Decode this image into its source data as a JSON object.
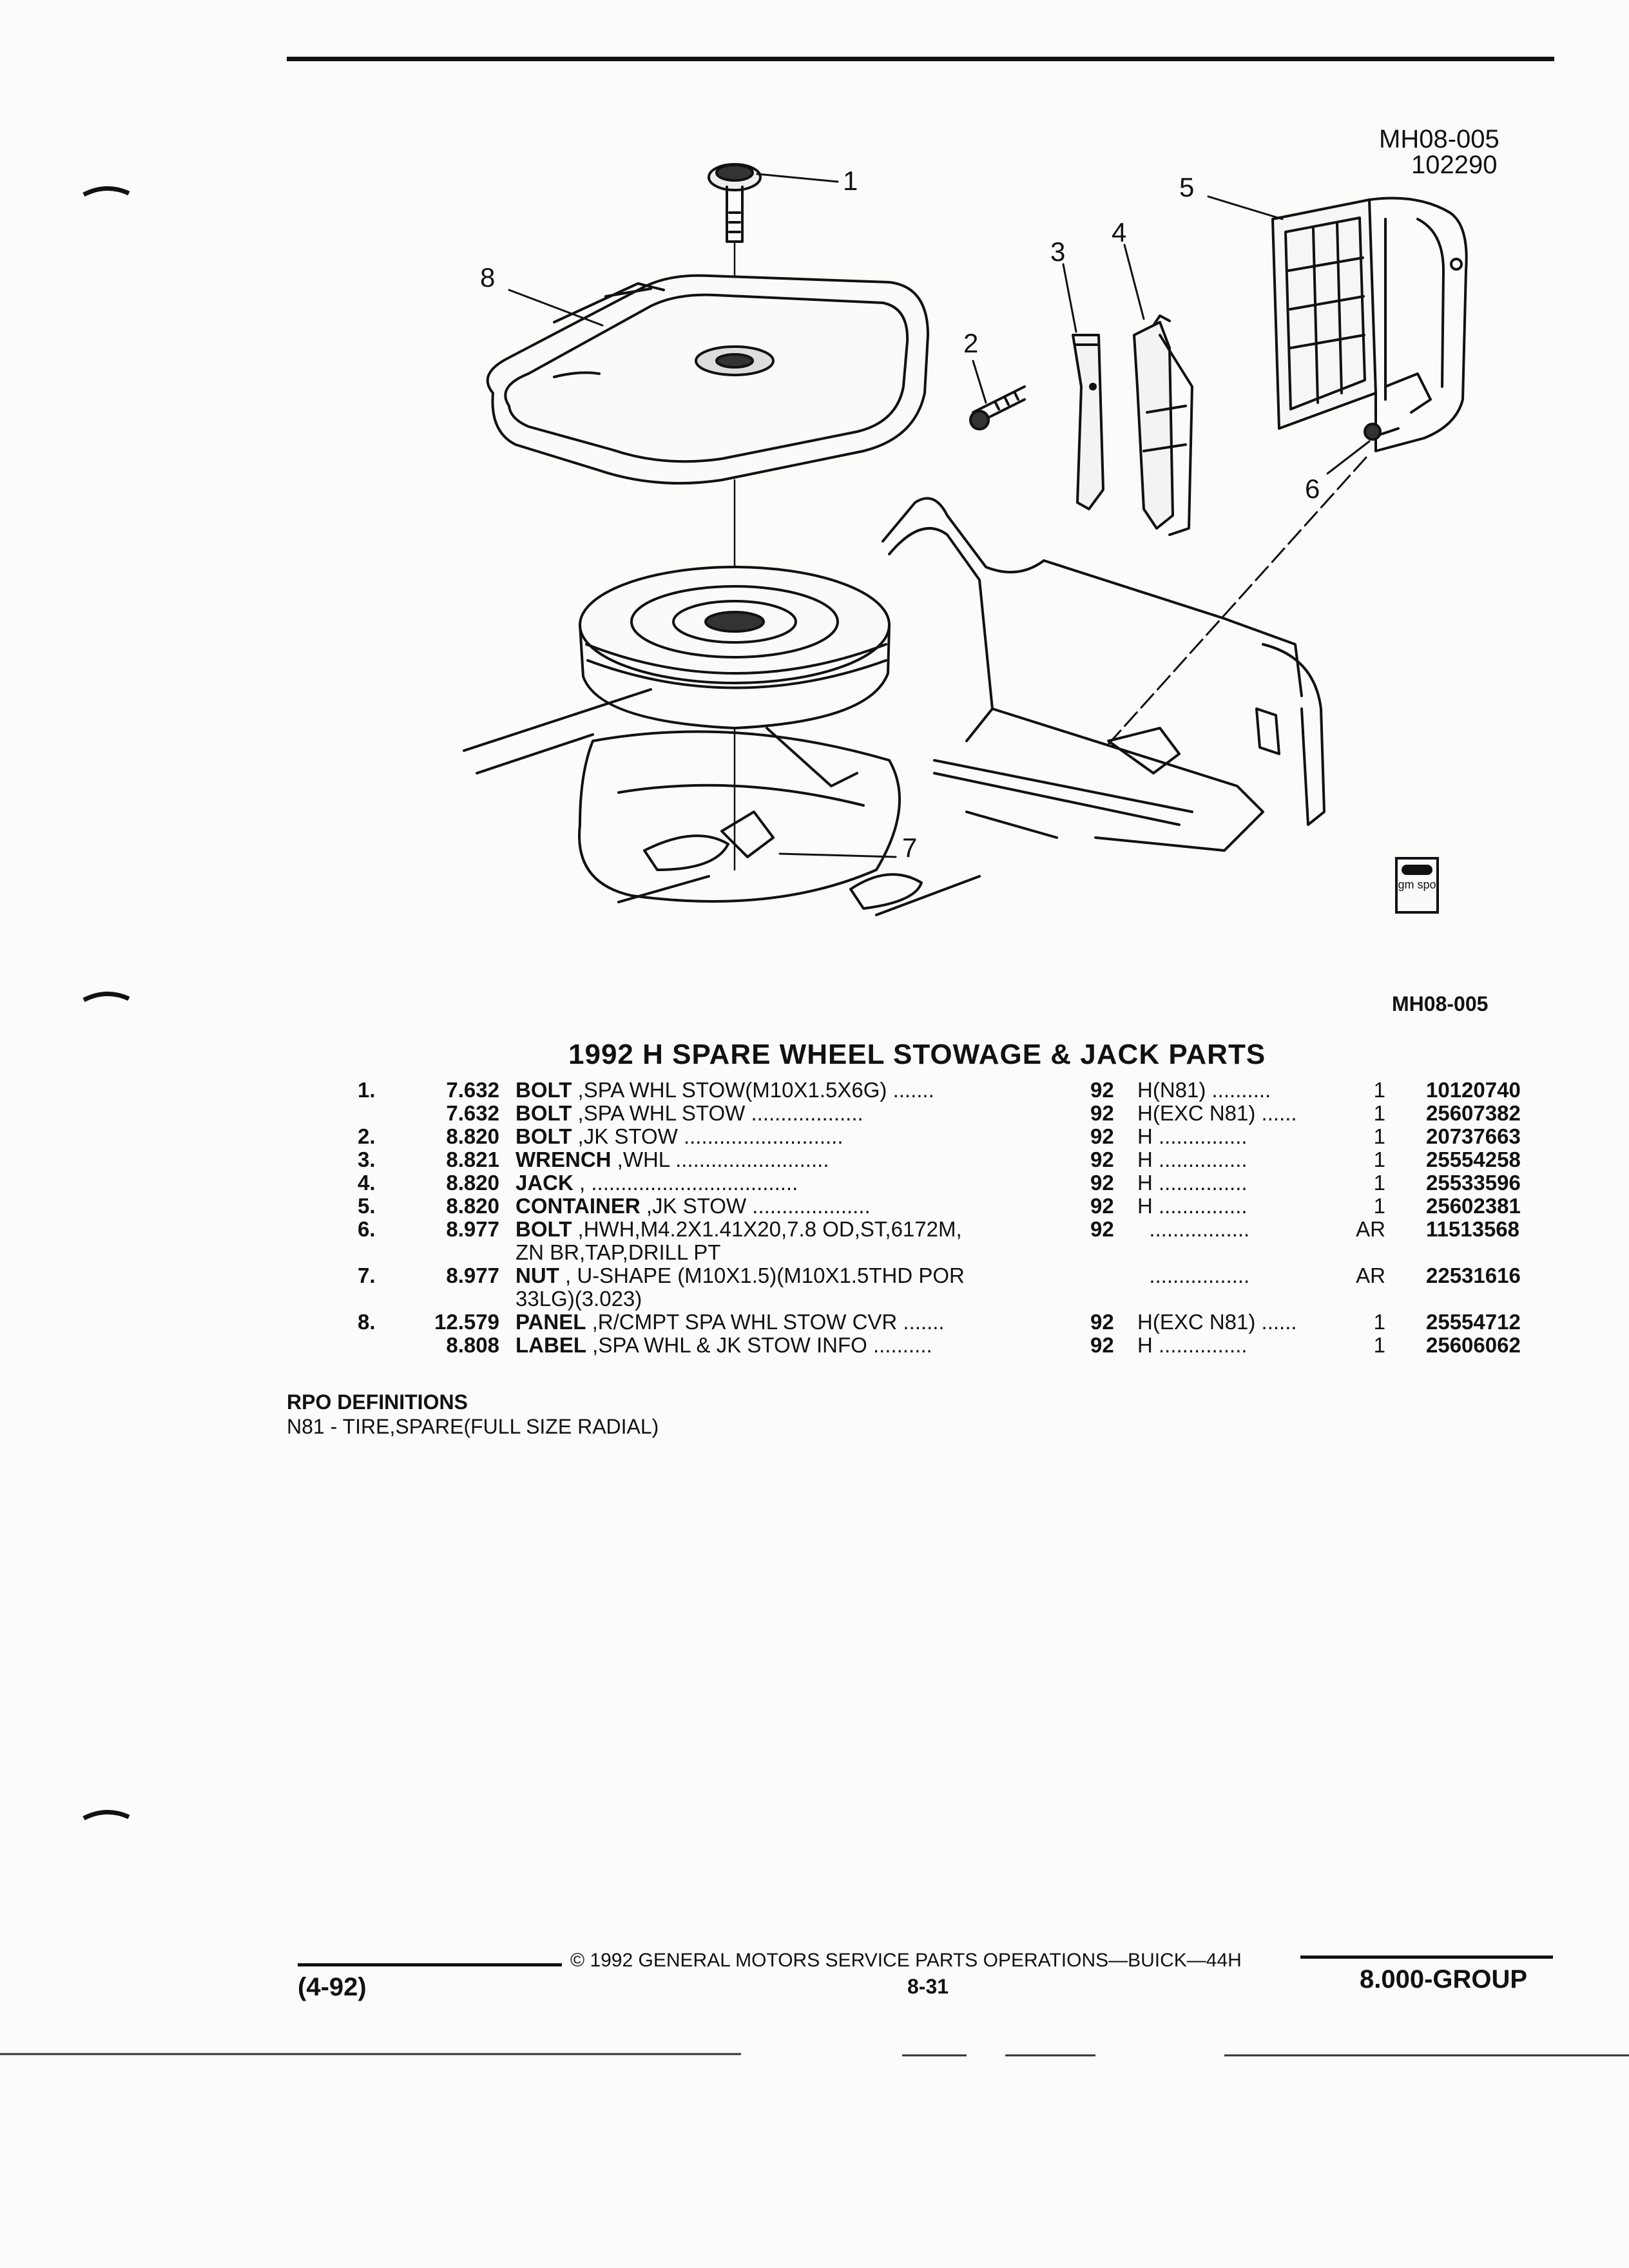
{
  "diagram": {
    "id": "MH08-005",
    "date_code": "102290",
    "callouts": [
      "1",
      "2",
      "3",
      "4",
      "5",
      "6",
      "7",
      "8"
    ],
    "logo_text": "gm spo",
    "ref": "MH08-005"
  },
  "title": "1992 H SPARE WHEEL STOWAGE & JACK PARTS",
  "parts": [
    {
      "num": "1.",
      "group": "7.632",
      "name": "BOLT",
      "desc": " ,SPA WHL STOW(M10X1.5X6G)",
      "dots1": " .......",
      "model": "92",
      "series": "H(N81) ..........",
      "qty": "1",
      "part_no": "10120740"
    },
    {
      "num": "",
      "group": "7.632",
      "name": "BOLT",
      "desc": " ,SPA WHL STOW",
      "dots1": " ...................",
      "model": "92",
      "series": "H(EXC N81) ......",
      "qty": "1",
      "part_no": "25607382"
    },
    {
      "num": "2.",
      "group": "8.820",
      "name": "BOLT",
      "desc": " ,JK STOW",
      "dots1": " ...........................",
      "model": "92",
      "series": "H ...............",
      "qty": "1",
      "part_no": "20737663"
    },
    {
      "num": "3.",
      "group": "8.821",
      "name": "WRENCH",
      "desc": " ,WHL",
      "dots1": " ..........................",
      "model": "92",
      "series": "H ...............",
      "qty": "1",
      "part_no": "25554258"
    },
    {
      "num": "4.",
      "group": "8.820",
      "name": "JACK",
      "desc": " ,",
      "dots1": " ...................................",
      "model": "92",
      "series": "H ...............",
      "qty": "1",
      "part_no": "25533596"
    },
    {
      "num": "5.",
      "group": "8.820",
      "name": "CONTAINER",
      "desc": " ,JK STOW",
      "dots1": " ....................",
      "model": "92",
      "series": "H ...............",
      "qty": "1",
      "part_no": "25602381"
    },
    {
      "num": "6.",
      "group": "8.977",
      "name": "BOLT",
      "desc": " ,HWH,M4.2X1.41X20,7.8 OD,ST,6172M,",
      "dots1": "",
      "model": "92",
      "series": "  .................",
      "qty": "AR",
      "part_no": "11513568"
    },
    {
      "num": "",
      "group": "",
      "name": "",
      "desc": "ZN BR,TAP,DRILL PT",
      "dots1": "",
      "model": "",
      "series": "",
      "qty": "",
      "part_no": ""
    },
    {
      "num": "7.",
      "group": "8.977",
      "name": "NUT",
      "desc": " , U-SHAPE (M10X1.5)(M10X1.5THD POR",
      "dots1": "",
      "model": "",
      "series": "  .................",
      "qty": "AR",
      "part_no": "22531616"
    },
    {
      "num": "",
      "group": "",
      "name": "",
      "desc": "33LG)(3.023)",
      "dots1": "",
      "model": "",
      "series": "",
      "qty": "",
      "part_no": ""
    },
    {
      "num": "8.",
      "group": "12.579",
      "name": "PANEL",
      "desc": " ,R/CMPT SPA WHL STOW CVR",
      "dots1": " .......",
      "model": "92",
      "series": "H(EXC N81) ......",
      "qty": "1",
      "part_no": "25554712"
    },
    {
      "num": "",
      "group": "8.808",
      "name": "LABEL",
      "desc": " ,SPA WHL & JK STOW INFO",
      "dots1": " ..........",
      "model": "92",
      "series": "H ...............",
      "qty": "1",
      "part_no": "25606062"
    }
  ],
  "rpo": {
    "heading": "RPO DEFINITIONS",
    "lines": [
      "N81 - TIRE,SPARE(FULL SIZE RADIAL)"
    ]
  },
  "footer": {
    "copyright": "© 1992 GENERAL MOTORS SERVICE PARTS OPERATIONS—BUICK—44H",
    "date": "(4-92)",
    "page": "8-31",
    "group": "8.000-GROUP"
  }
}
